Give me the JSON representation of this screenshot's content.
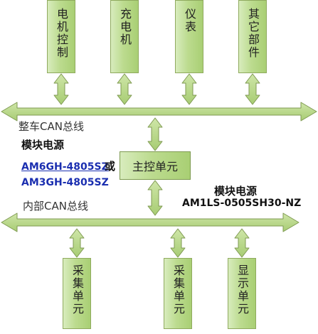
{
  "top_modules": [
    {
      "label": "电机控制"
    },
    {
      "label": "充电机"
    },
    {
      "label": "仪表"
    },
    {
      "label": "其它部件"
    }
  ],
  "bottom_modules": [
    {
      "label": "采集单元"
    },
    {
      "label": "采集单元"
    },
    {
      "label": "显示单元"
    }
  ],
  "controller": {
    "label": "主控单元"
  },
  "vehicle_bus": {
    "label": "整车CAN总线"
  },
  "internal_bus": {
    "label": "内部CAN总线"
  },
  "left_power": {
    "title": "模块电源",
    "model1": "AM6GH-4805SZ",
    "connector": "或",
    "model2": "AM3GH-4805SZ"
  },
  "right_power": {
    "title": "模块电源",
    "model": "AM1LS-0505SH30-NZ"
  },
  "colors": {
    "box_fill_light": "#d8ecbd",
    "box_fill_dark": "#a9cf74",
    "border": "#8faa5e",
    "arrow_fill": "#b9d98a",
    "link_blue": "#1b2fb0"
  }
}
